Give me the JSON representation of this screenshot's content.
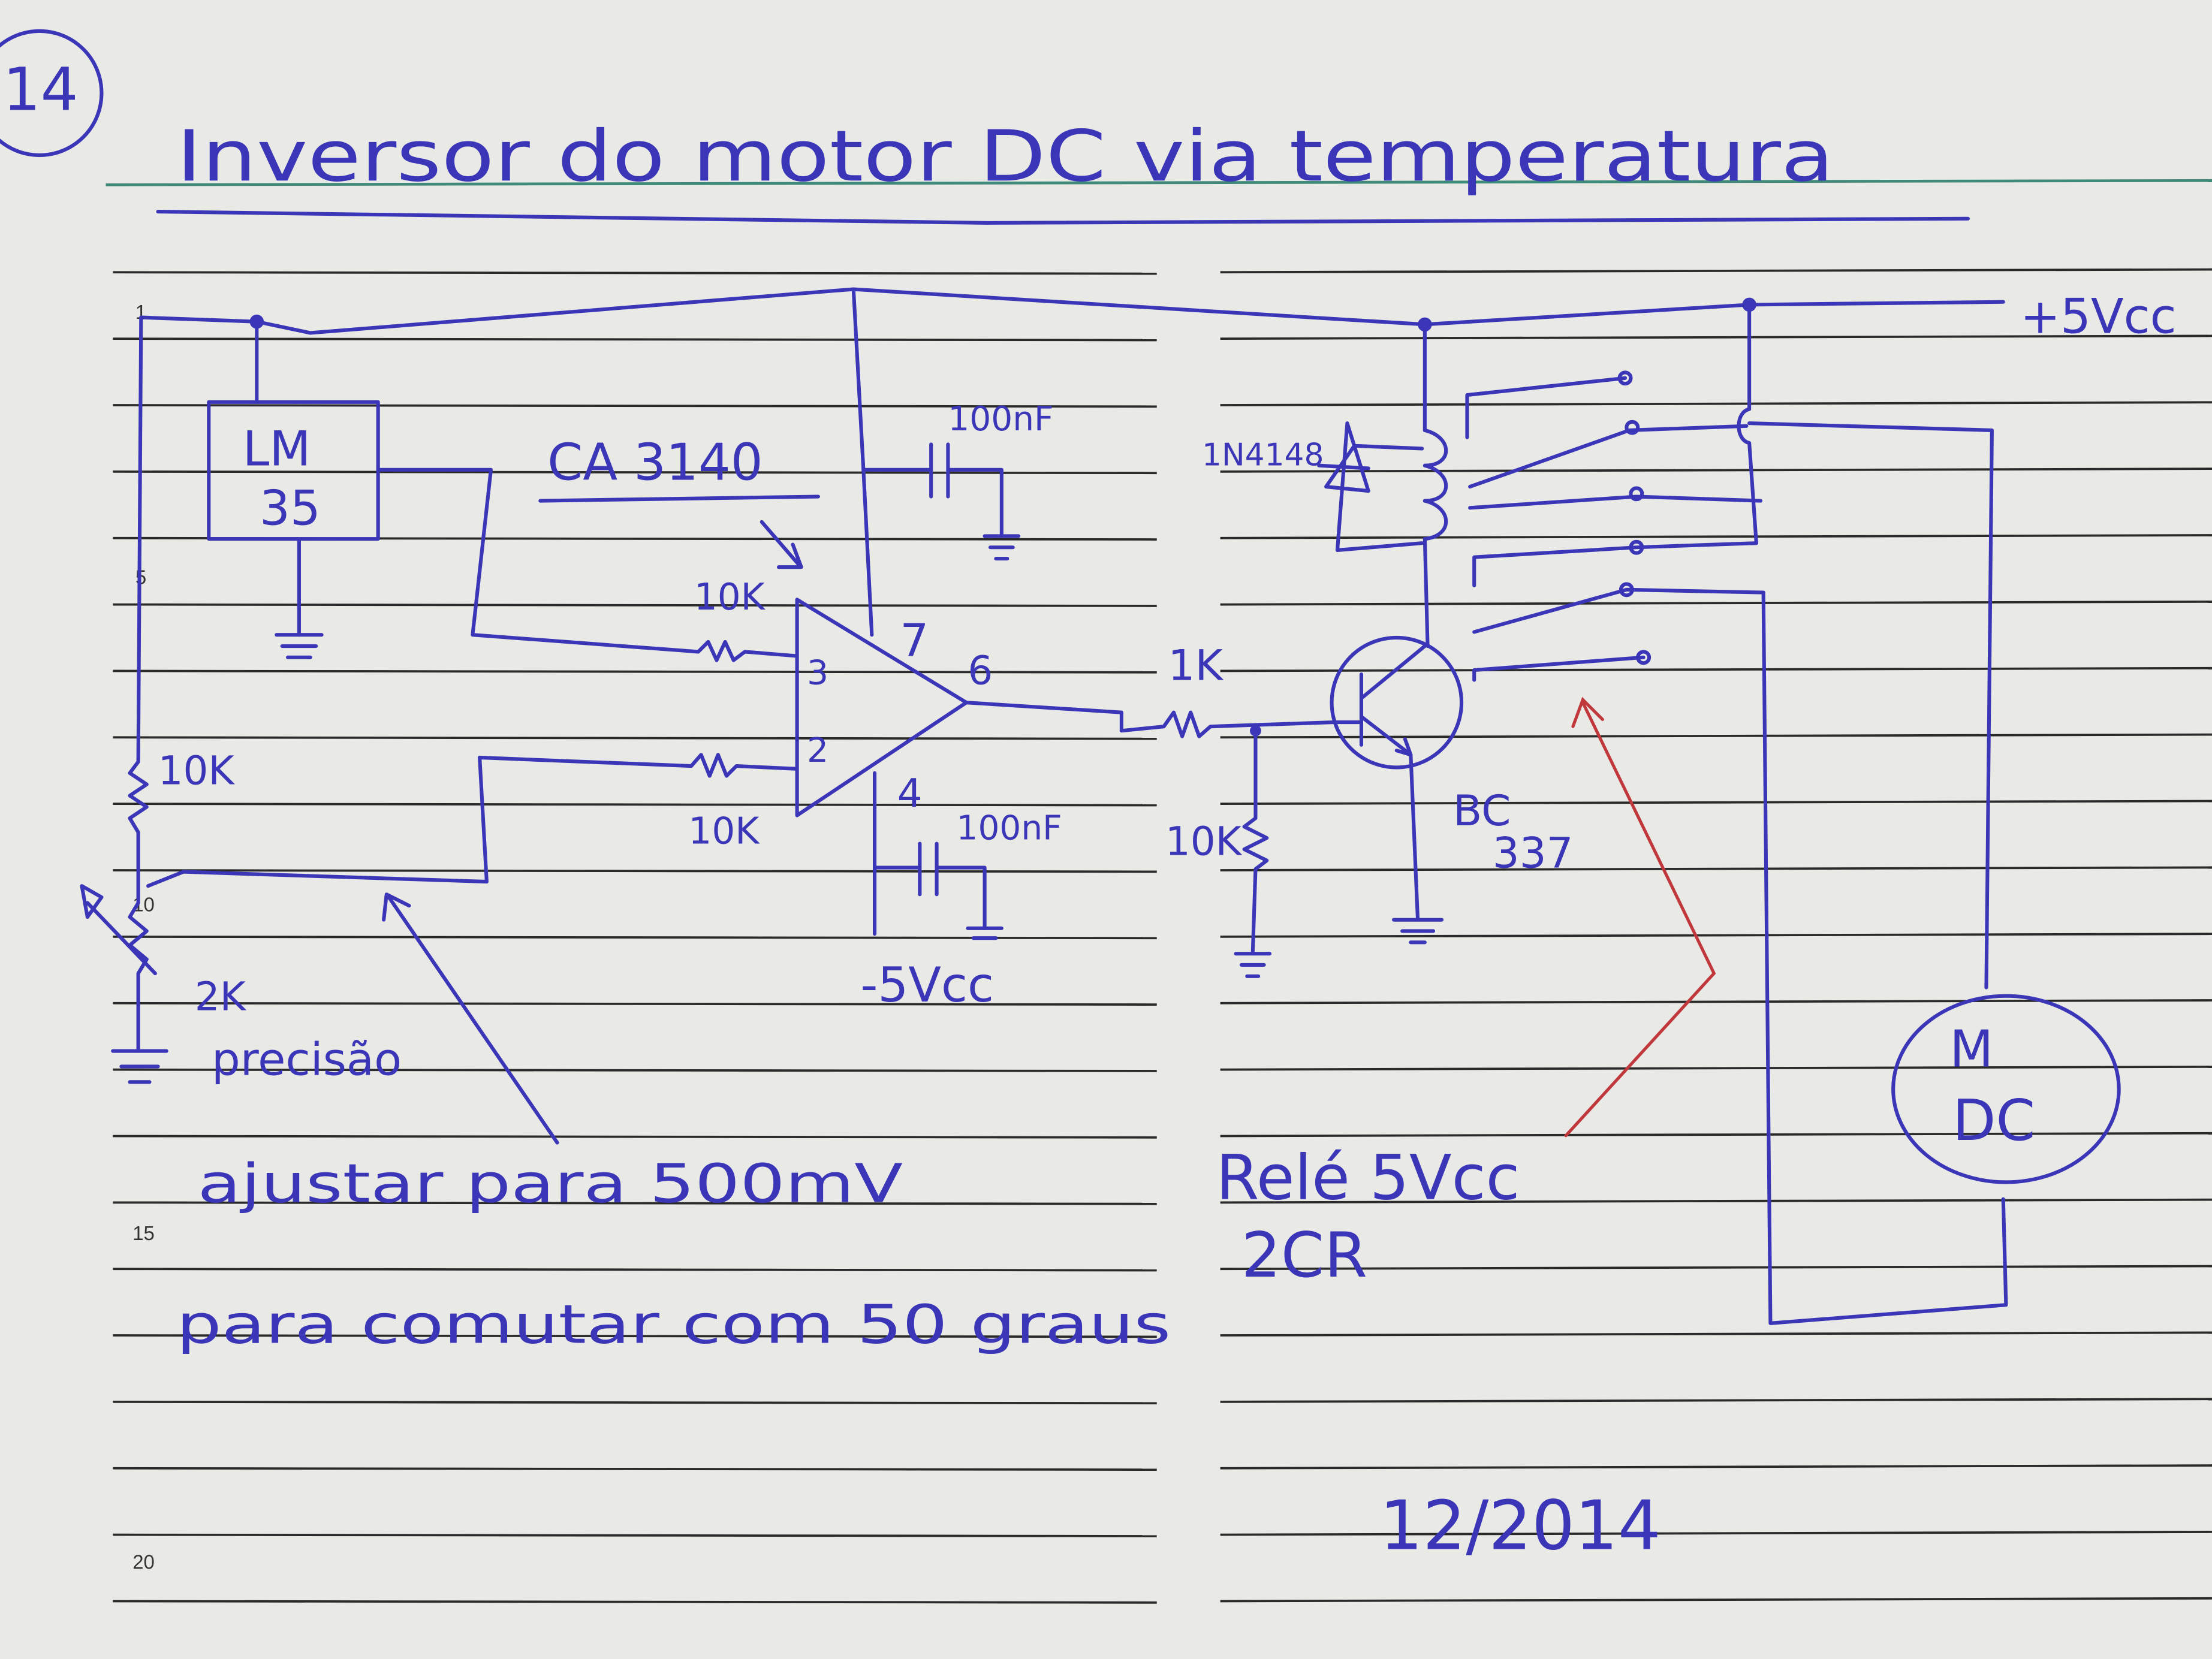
{
  "page": {
    "number": "14",
    "title": "Inversor do motor DC via temperatura",
    "line_numbers": [
      "1",
      "5",
      "10",
      "15",
      "20"
    ],
    "date": "12/2014"
  },
  "circuit": {
    "supply_positive": "+5Vcc",
    "supply_negative": "-5Vcc",
    "sensor": {
      "line1": "LM",
      "line2": "35"
    },
    "opamp": {
      "label": "CA 3140",
      "pins": [
        "3",
        "2",
        "7",
        "6",
        "4"
      ]
    },
    "cap_top": "100nF",
    "cap_bottom": "100nF",
    "r_in_plus": "10K",
    "r_in_minus": "10K",
    "r_divider": "10K",
    "pot": "2K",
    "r_base": "1K",
    "r_pulldown": "10K",
    "diode": "1N4148",
    "transistor": {
      "line1": "BC",
      "line2": "337"
    },
    "relay": {
      "line1": "Relé 5Vcc",
      "line2": "2CR"
    },
    "motor": {
      "line1": "M",
      "line2": "DC"
    }
  },
  "notes": {
    "precision": "precisão",
    "adjust": "ajustar para 500mV",
    "switch": "para comutar com 50 graus"
  },
  "colors": {
    "ink": "#3b36b8",
    "red_ink": "#c0383c",
    "paper": "#e9e9e6",
    "margin_line": "#3f8a78"
  }
}
